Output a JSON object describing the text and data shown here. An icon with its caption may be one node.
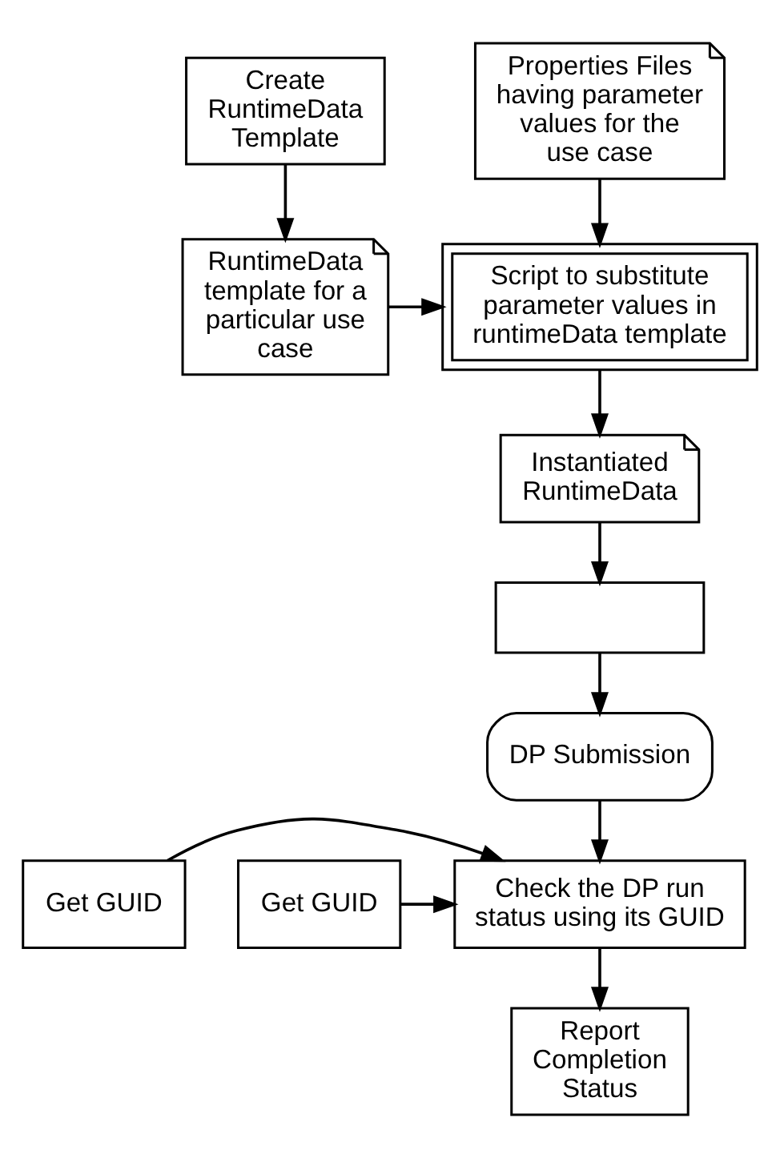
{
  "diagram": {
    "nodes": [
      {
        "text": [
          "Create RuntimeData Template"
        ]
      },
      {
        "text": [
          "Properties Files having parameter values for the use case"
        ]
      },
      {
        "text": [
          "RuntimeData template for a particular use case"
        ]
      },
      {
        "text": [
          "Script to substitute parameter values in runtimeData template"
        ]
      },
      {
        "text": [
          "Instantiated RuntimeData"
        ]
      },
      {
        "text": [],
        "shape": "box"
      },
      {
        "text": [
          "DP Submission"
        ]
      },
      {
        "text": [
          "Get GUID"
        ]
      },
      {
        "text": [
          "Get GUID"
        ]
      },
      {
        "text": [
          "Check the DP run status using its GUID"
        ]
      },
      {
        "text": [
          "Report Completion Status"
        ]
      }
    ],
    "edges": [
      {
        "from": 0,
        "to": 2,
        "arrow": "to"
      },
      {
        "from": 1,
        "to": 3,
        "arrow": "to"
      },
      {
        "from": 2,
        "to": 3,
        "arrow": "to"
      },
      {
        "from": 3,
        "to": 4,
        "arrow": "to"
      },
      {
        "from": 4,
        "to": 5,
        "arrow": "to"
      },
      {
        "from": 5,
        "to": 6,
        "arrow": "to"
      },
      {
        "from": 6,
        "to": 9,
        "arrow": "to"
      },
      {
        "from": 7,
        "to": 9,
        "arrow": "to"
      },
      {
        "from": 8,
        "to": 9,
        "arrow": "to"
      },
      {
        "from": 9,
        "to": 10,
        "arrow": "to"
      }
    ]
  }
}
